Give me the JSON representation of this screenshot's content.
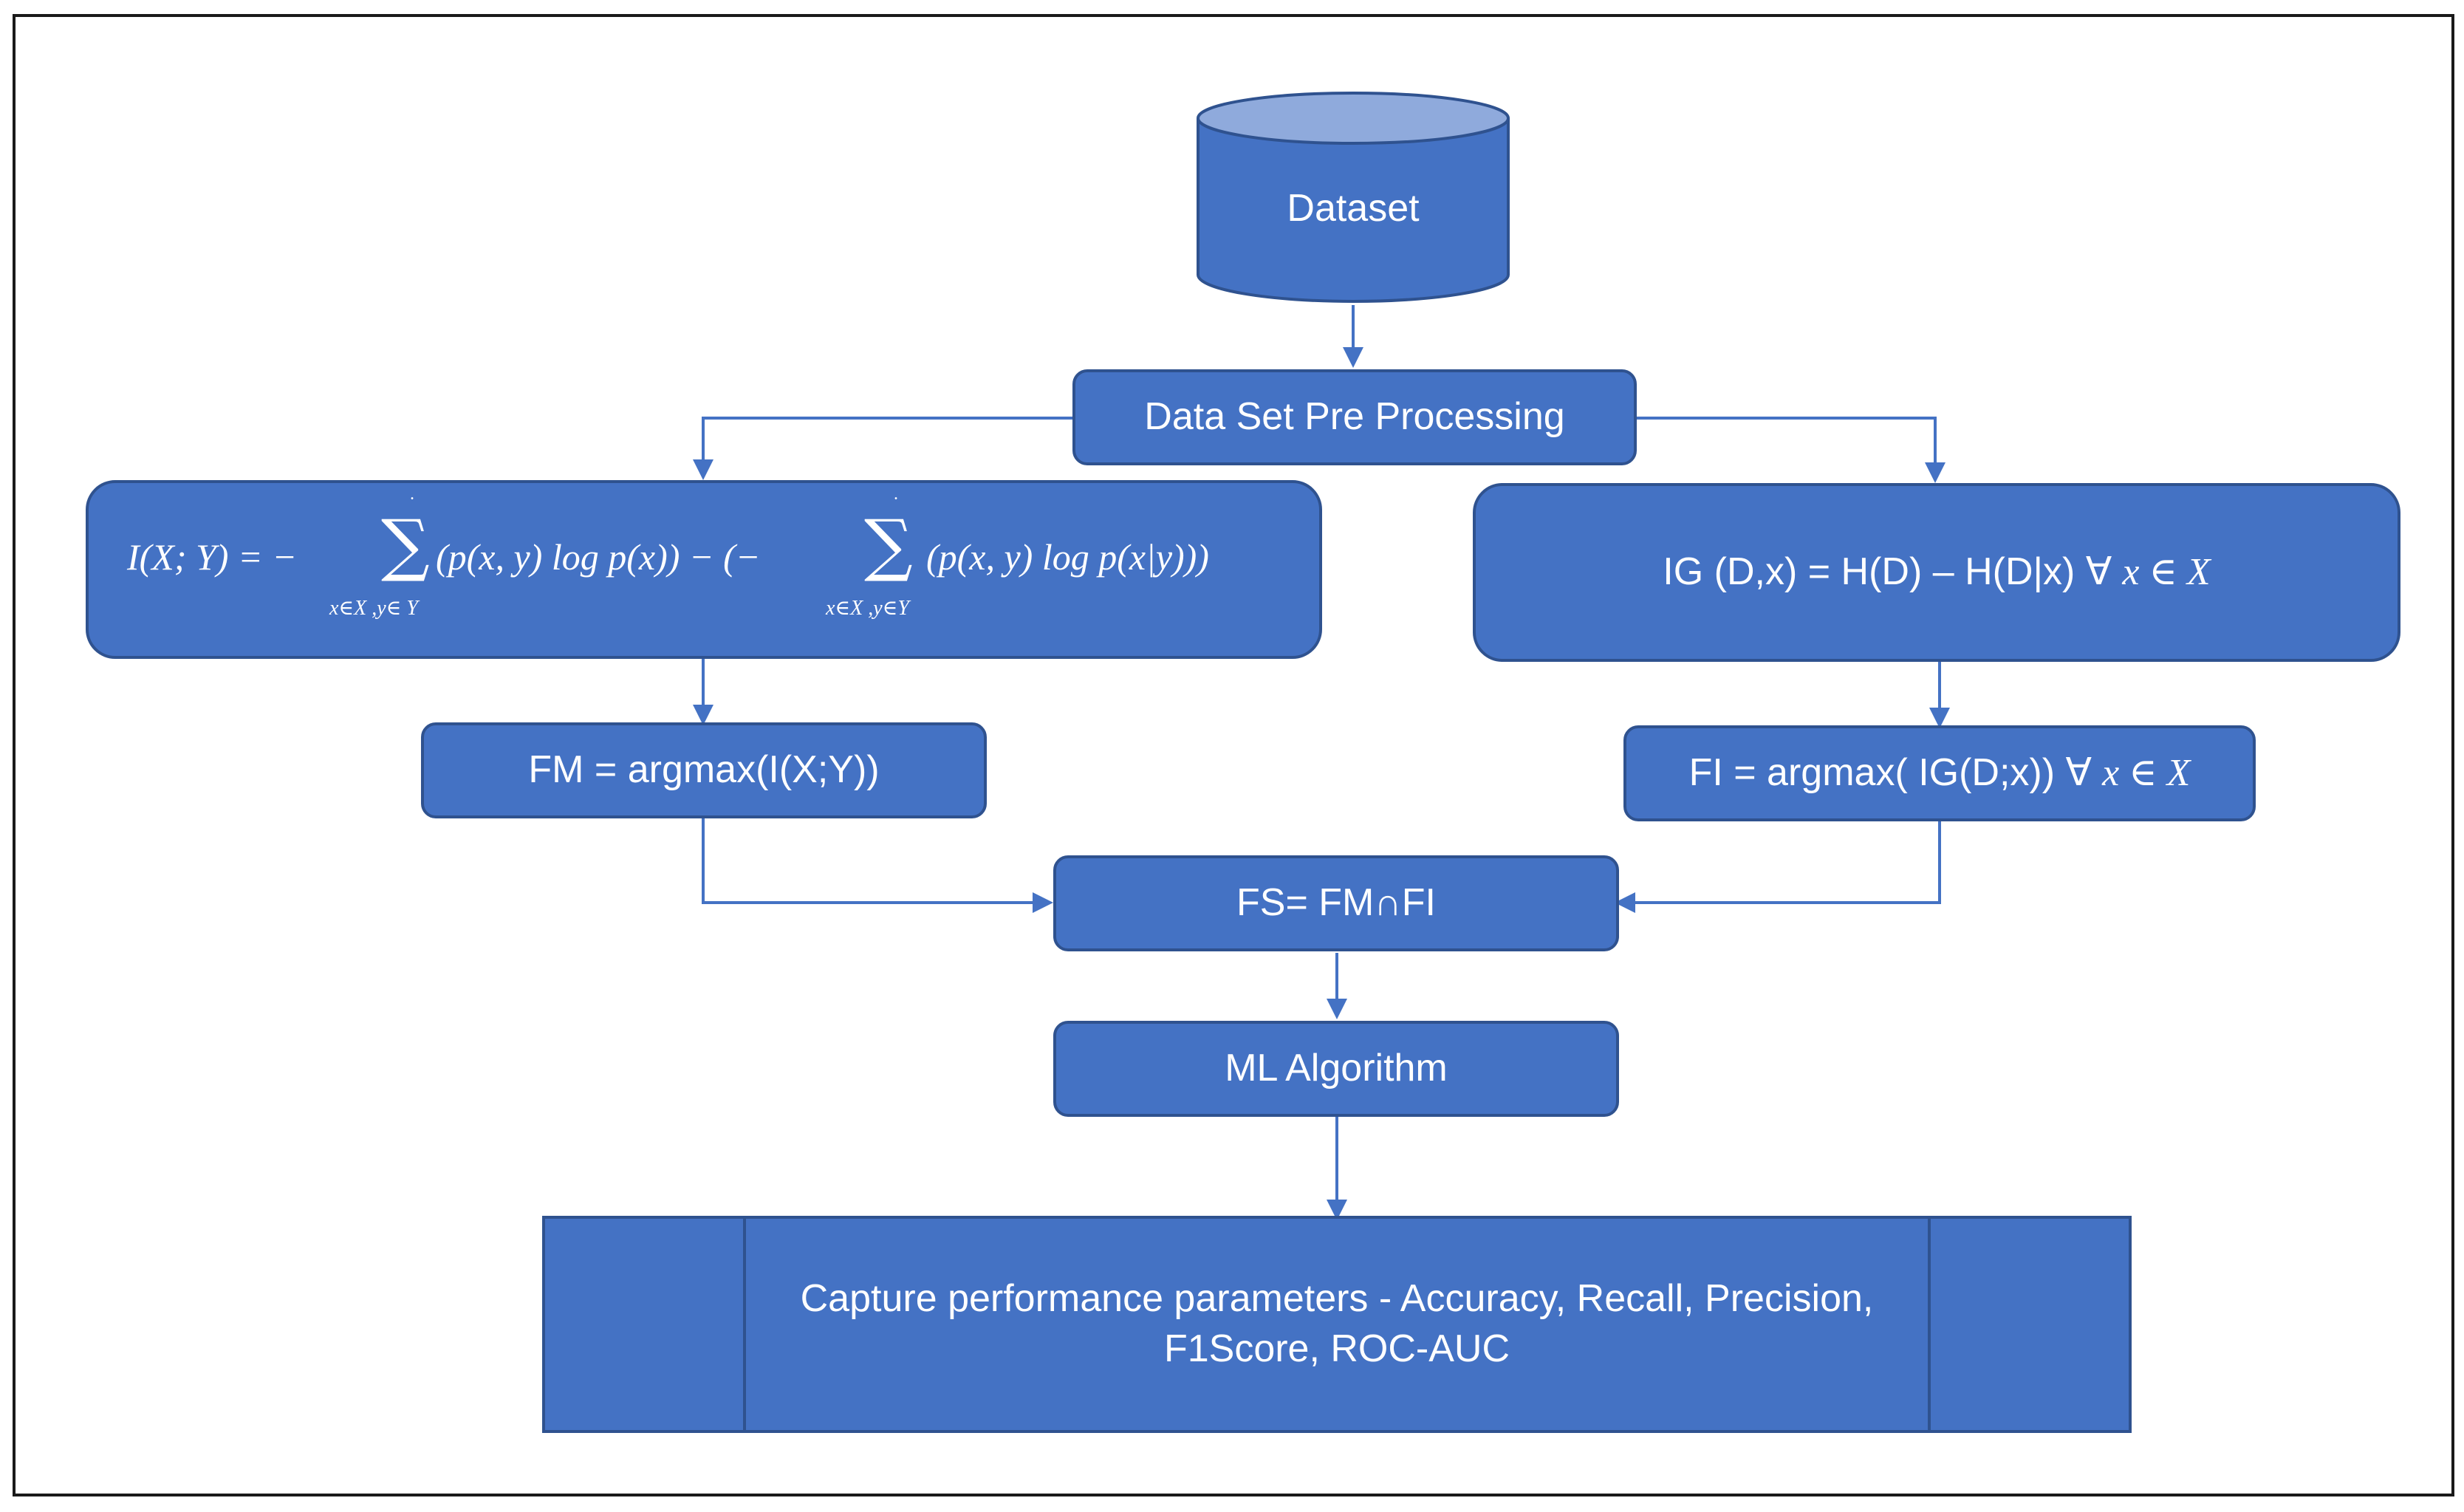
{
  "nodes": {
    "dataset": {
      "label": "Dataset"
    },
    "preprocess": {
      "label": "Data Set Pre Processing"
    },
    "mutual_info": {
      "lhs": "I(X; Y) = −",
      "term1": "(p(x, y) log p(x)) − (−",
      "term2": "(p(x, y) log p(x|y)))",
      "sub1": "x∈X ,y∈ Y",
      "sub2": "x∈X ,y∈Y",
      "dot": "."
    },
    "info_gain": {
      "text": "IG (D,x) = H(D) – H(D|x) ∀",
      "math": "x ∈ X"
    },
    "fm": {
      "label": "FM = argmax(I(X;Y))"
    },
    "fi": {
      "text": "FI = argmax( IG(D;x)) ∀",
      "math": "x ∈ X"
    },
    "fs": {
      "label": "FS= FM∩FI"
    },
    "ml": {
      "label": "ML Algorithm"
    },
    "capture": {
      "line1": "Capture performance parameters - Accuracy, Recall, Precision,",
      "line2": "F1Score, ROC-AUC"
    }
  },
  "colors": {
    "fill": "#4472c4",
    "stroke": "#2f528f",
    "cylinder_top": "#8faadc",
    "text": "#ffffff",
    "connector": "#4472c4"
  }
}
